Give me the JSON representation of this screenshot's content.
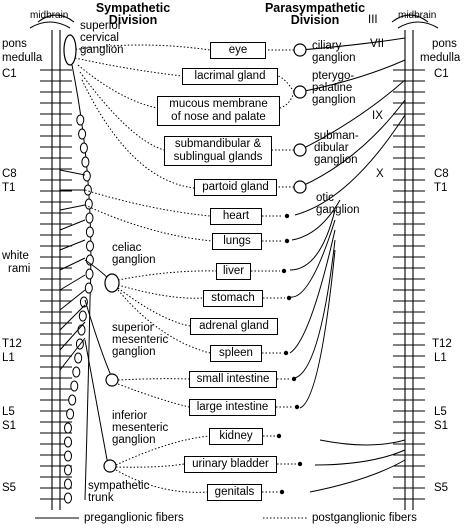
{
  "headers": {
    "sympathetic_l1": "Sympathetic",
    "sympathetic_l2": "Division",
    "parasympathetic_l1": "Parasympathetic",
    "parasympathetic_l2": "Division"
  },
  "left_labels": {
    "midbrain": "midbrain",
    "pons": "pons",
    "medulla": "medulla",
    "c1": "C1",
    "c8": "C8",
    "t1": "T1",
    "white_rami_1": "white",
    "white_rami_2": "rami",
    "t12": "T12",
    "l1": "L1",
    "l5": "L5",
    "s1": "S1",
    "s5": "S5"
  },
  "right_labels": {
    "midbrain": "midbrain",
    "pons": "pons",
    "medulla": "medulla",
    "c1": "C1",
    "c8": "C8",
    "t1": "T1",
    "t12": "T12",
    "l1": "L1",
    "l5": "L5",
    "s1": "S1",
    "s5": "S5"
  },
  "cranial_nerves": {
    "iii": "III",
    "vii": "VII",
    "ix": "IX",
    "x": "X"
  },
  "sympathetic_ganglia": {
    "superior_cervical_1": "superior",
    "superior_cervical_2": "cervical",
    "superior_cervical_3": "ganglion",
    "celiac_1": "celiac",
    "celiac_2": "ganglion",
    "superior_mesenteric_1": "superior",
    "superior_mesenteric_2": "mesenteric",
    "superior_mesenteric_3": "ganglion",
    "inferior_mesenteric_1": "inferior",
    "inferior_mesenteric_2": "mesenteric",
    "inferior_mesenteric_3": "ganglion",
    "trunk_1": "sympathetic",
    "trunk_2": "trunk"
  },
  "parasympathetic_ganglia": {
    "ciliary_1": "ciliary",
    "ciliary_2": "ganglion",
    "ptery_1": "pterygo-",
    "ptery_2": "palatine",
    "ptery_3": "ganglion",
    "submand_1": "subman-",
    "submand_2": "dibular",
    "submand_3": "ganglion",
    "otic_1": "otic",
    "otic_2": "ganglion"
  },
  "organs": {
    "eye": "eye",
    "lacrimal": "lacrimal gland",
    "mucous_1": "mucous membrane",
    "mucous_2": "of nose and palate",
    "submandibular_1": "submandibular &",
    "submandibular_2": "sublingual glands",
    "partoid": "partoid gland",
    "heart": "heart",
    "lungs": "lungs",
    "liver": "liver",
    "stomach": "stomach",
    "adrenal": "adrenal gland",
    "spleen": "spleen",
    "small_intestine": "small intestine",
    "large_intestine": "large intestine",
    "kidney": "kidney",
    "urinary_bladder": "urinary bladder",
    "genitals": "genitals"
  },
  "legend": {
    "preganglionic": "preganglionic fibers",
    "postganglionic": "postganglionic fibers"
  }
}
